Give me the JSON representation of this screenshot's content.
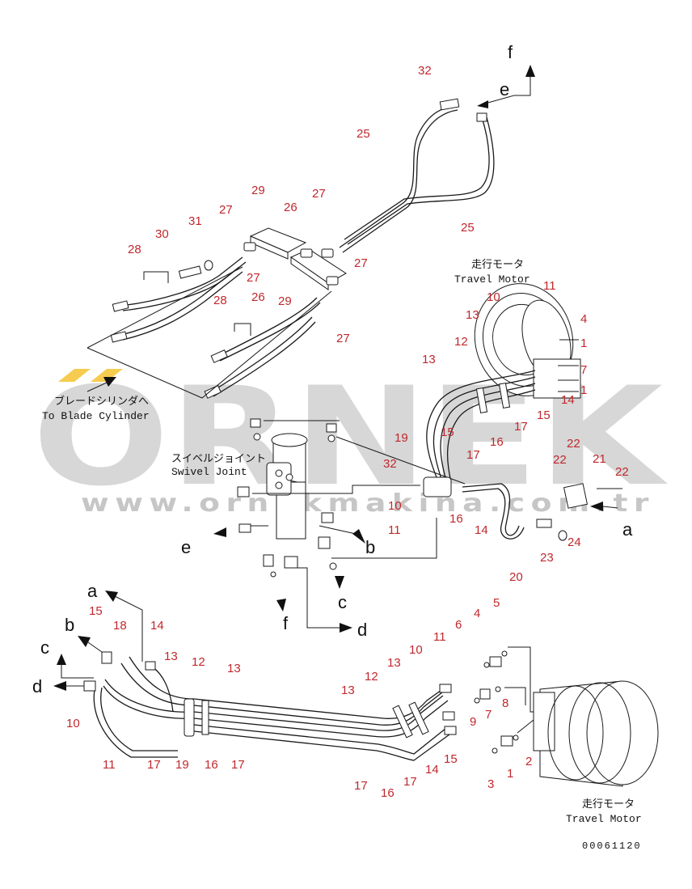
{
  "labels": {
    "blade_cylinder_jp": "ブレードシリンダへ",
    "blade_cylinder_en": "To Blade Cylinder",
    "swivel_joint_jp": "スイベルジョイント",
    "swivel_joint_en": "Swivel Joint",
    "travel_motor_top_jp": "走行モータ",
    "travel_motor_top_en": "Travel Motor",
    "travel_motor_bottom_jp": "走行モータ",
    "travel_motor_bottom_en": "Travel Motor",
    "drawing_code": "00061120"
  },
  "watermark": {
    "brand": "ORNEK",
    "url": "www.ornekmakina.com.tr",
    "accent_color": "#f2b705"
  },
  "colors": {
    "part_number": "#c0282d",
    "line": "#1a1a1a"
  },
  "callouts": [
    {
      "id": "c1",
      "text": "32"
    },
    {
      "id": "c2",
      "text": "25"
    },
    {
      "id": "c3",
      "text": "25"
    },
    {
      "id": "c4",
      "text": "29"
    },
    {
      "id": "c5",
      "text": "27"
    },
    {
      "id": "c6",
      "text": "26"
    },
    {
      "id": "c7",
      "text": "27"
    },
    {
      "id": "c8",
      "text": "31"
    },
    {
      "id": "c9",
      "text": "30"
    },
    {
      "id": "c10",
      "text": "28"
    },
    {
      "id": "c11",
      "text": "27"
    },
    {
      "id": "c12",
      "text": "28"
    },
    {
      "id": "c13",
      "text": "26"
    },
    {
      "id": "c14",
      "text": "29"
    },
    {
      "id": "c15",
      "text": "27"
    },
    {
      "id": "c16",
      "text": "27"
    },
    {
      "id": "c17",
      "text": "10"
    },
    {
      "id": "c18",
      "text": "11"
    },
    {
      "id": "c19",
      "text": "13"
    },
    {
      "id": "c20",
      "text": "4"
    },
    {
      "id": "c21",
      "text": "12"
    },
    {
      "id": "c22",
      "text": "1"
    },
    {
      "id": "c23",
      "text": "13"
    },
    {
      "id": "c24",
      "text": "7"
    },
    {
      "id": "c25",
      "text": "1"
    },
    {
      "id": "c26",
      "text": "14"
    },
    {
      "id": "c27",
      "text": "15"
    },
    {
      "id": "c28",
      "text": "17"
    },
    {
      "id": "c29",
      "text": "15"
    },
    {
      "id": "c30",
      "text": "16"
    },
    {
      "id": "c31",
      "text": "17"
    },
    {
      "id": "c32",
      "text": "19"
    },
    {
      "id": "c33",
      "text": "32"
    },
    {
      "id": "c34",
      "text": "22"
    },
    {
      "id": "c35",
      "text": "22"
    },
    {
      "id": "c36",
      "text": "21"
    },
    {
      "id": "c37",
      "text": "22"
    },
    {
      "id": "c38",
      "text": "10"
    },
    {
      "id": "c39",
      "text": "16"
    },
    {
      "id": "c40",
      "text": "11"
    },
    {
      "id": "c41",
      "text": "14"
    },
    {
      "id": "c42",
      "text": "23"
    },
    {
      "id": "c43",
      "text": "24"
    },
    {
      "id": "c44",
      "text": "20"
    },
    {
      "id": "c45",
      "text": "15"
    },
    {
      "id": "c46",
      "text": "18"
    },
    {
      "id": "c47",
      "text": "14"
    },
    {
      "id": "c48",
      "text": "13"
    },
    {
      "id": "c49",
      "text": "12"
    },
    {
      "id": "c50",
      "text": "13"
    },
    {
      "id": "c51",
      "text": "10"
    },
    {
      "id": "c52",
      "text": "11"
    },
    {
      "id": "c53",
      "text": "17"
    },
    {
      "id": "c54",
      "text": "19"
    },
    {
      "id": "c55",
      "text": "16"
    },
    {
      "id": "c56",
      "text": "17"
    },
    {
      "id": "c57",
      "text": "13"
    },
    {
      "id": "c58",
      "text": "12"
    },
    {
      "id": "c59",
      "text": "13"
    },
    {
      "id": "c60",
      "text": "10"
    },
    {
      "id": "c61",
      "text": "11"
    },
    {
      "id": "c62",
      "text": "6"
    },
    {
      "id": "c63",
      "text": "4"
    },
    {
      "id": "c64",
      "text": "5"
    },
    {
      "id": "c65",
      "text": "7"
    },
    {
      "id": "c66",
      "text": "8"
    },
    {
      "id": "c67",
      "text": "9"
    },
    {
      "id": "c68",
      "text": "15"
    },
    {
      "id": "c69",
      "text": "14"
    },
    {
      "id": "c70",
      "text": "17"
    },
    {
      "id": "c71",
      "text": "16"
    },
    {
      "id": "c72",
      "text": "17"
    },
    {
      "id": "c73",
      "text": "1"
    },
    {
      "id": "c74",
      "text": "2"
    },
    {
      "id": "c75",
      "text": "3"
    }
  ],
  "arrow_letters": [
    {
      "id": "l1",
      "text": "f"
    },
    {
      "id": "l2",
      "text": "e"
    },
    {
      "id": "l3",
      "text": "e"
    },
    {
      "id": "l4",
      "text": "b"
    },
    {
      "id": "l5",
      "text": "c"
    },
    {
      "id": "l6",
      "text": "f"
    },
    {
      "id": "l7",
      "text": "d"
    },
    {
      "id": "l8",
      "text": "a"
    },
    {
      "id": "l9",
      "text": "a"
    },
    {
      "id": "l10",
      "text": "b"
    },
    {
      "id": "l11",
      "text": "c"
    },
    {
      "id": "l12",
      "text": "d"
    }
  ]
}
